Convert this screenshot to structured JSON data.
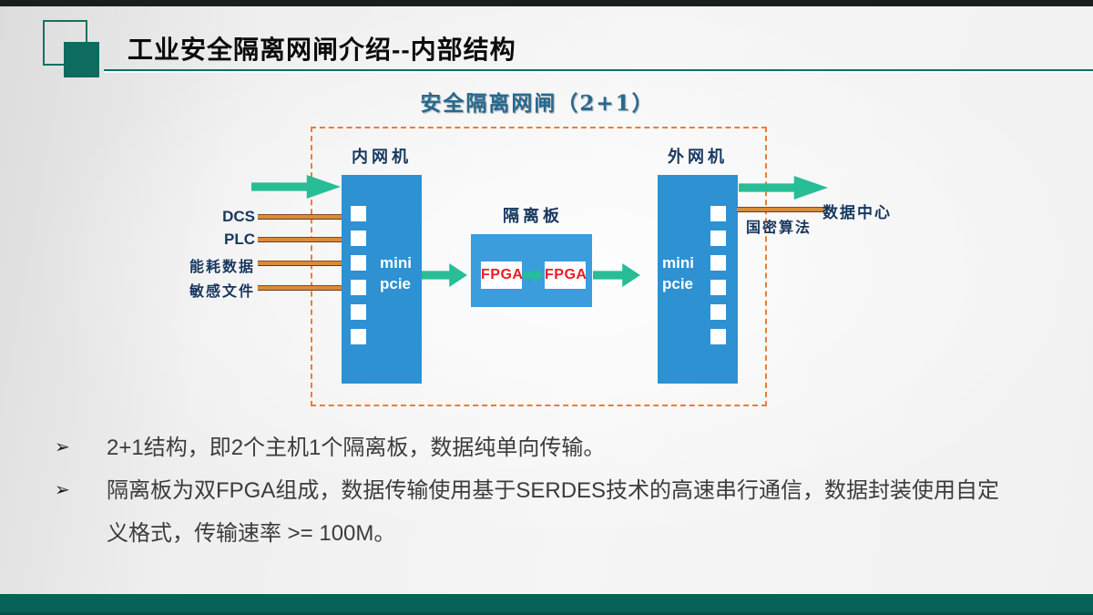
{
  "slide": {
    "header": {
      "title": "工业安全隔离网闸介绍--内部结构"
    },
    "bullet_marker": "➢",
    "bullets": [
      {
        "text": "2+1结构，即2个主机1个隔离板，数据纯单向传输。"
      },
      {
        "text": "隔离板为双FPGA组成，数据传输使用基于SERDES技术的高速串行通信，数据封装使用自定义格式，传输速率 >= 100M。"
      }
    ]
  },
  "diagram": {
    "title": "安全隔离网闸（2+1）",
    "inner_host": {
      "label": "内网机",
      "port_label": "mini pcie",
      "port_slots": 6
    },
    "outer_host": {
      "label": "外网机",
      "port_label": "mini pcie",
      "port_slots": 6
    },
    "isolation_board": {
      "label": "隔离板",
      "chips": [
        "FPGA",
        "FPGA"
      ]
    },
    "inputs": [
      "DCS",
      "PLC",
      "能耗数据",
      "敏感文件"
    ],
    "output": {
      "algorithm_label": "国密算法",
      "destination_label": "数据中心"
    }
  },
  "colors": {
    "accent_teal": "#0E6B5F",
    "footer_teal": "#076258",
    "host_blue": "#2E91D2",
    "board_blue": "#3B9DDB",
    "arrow_green": "#27BD97",
    "wire_orange": "#D98C3A",
    "frame_dashed_orange": "#ED7D31",
    "label_navy": "#17375E",
    "fpga_red": "#EC1C24",
    "diagram_title_blue": "#29688D"
  }
}
